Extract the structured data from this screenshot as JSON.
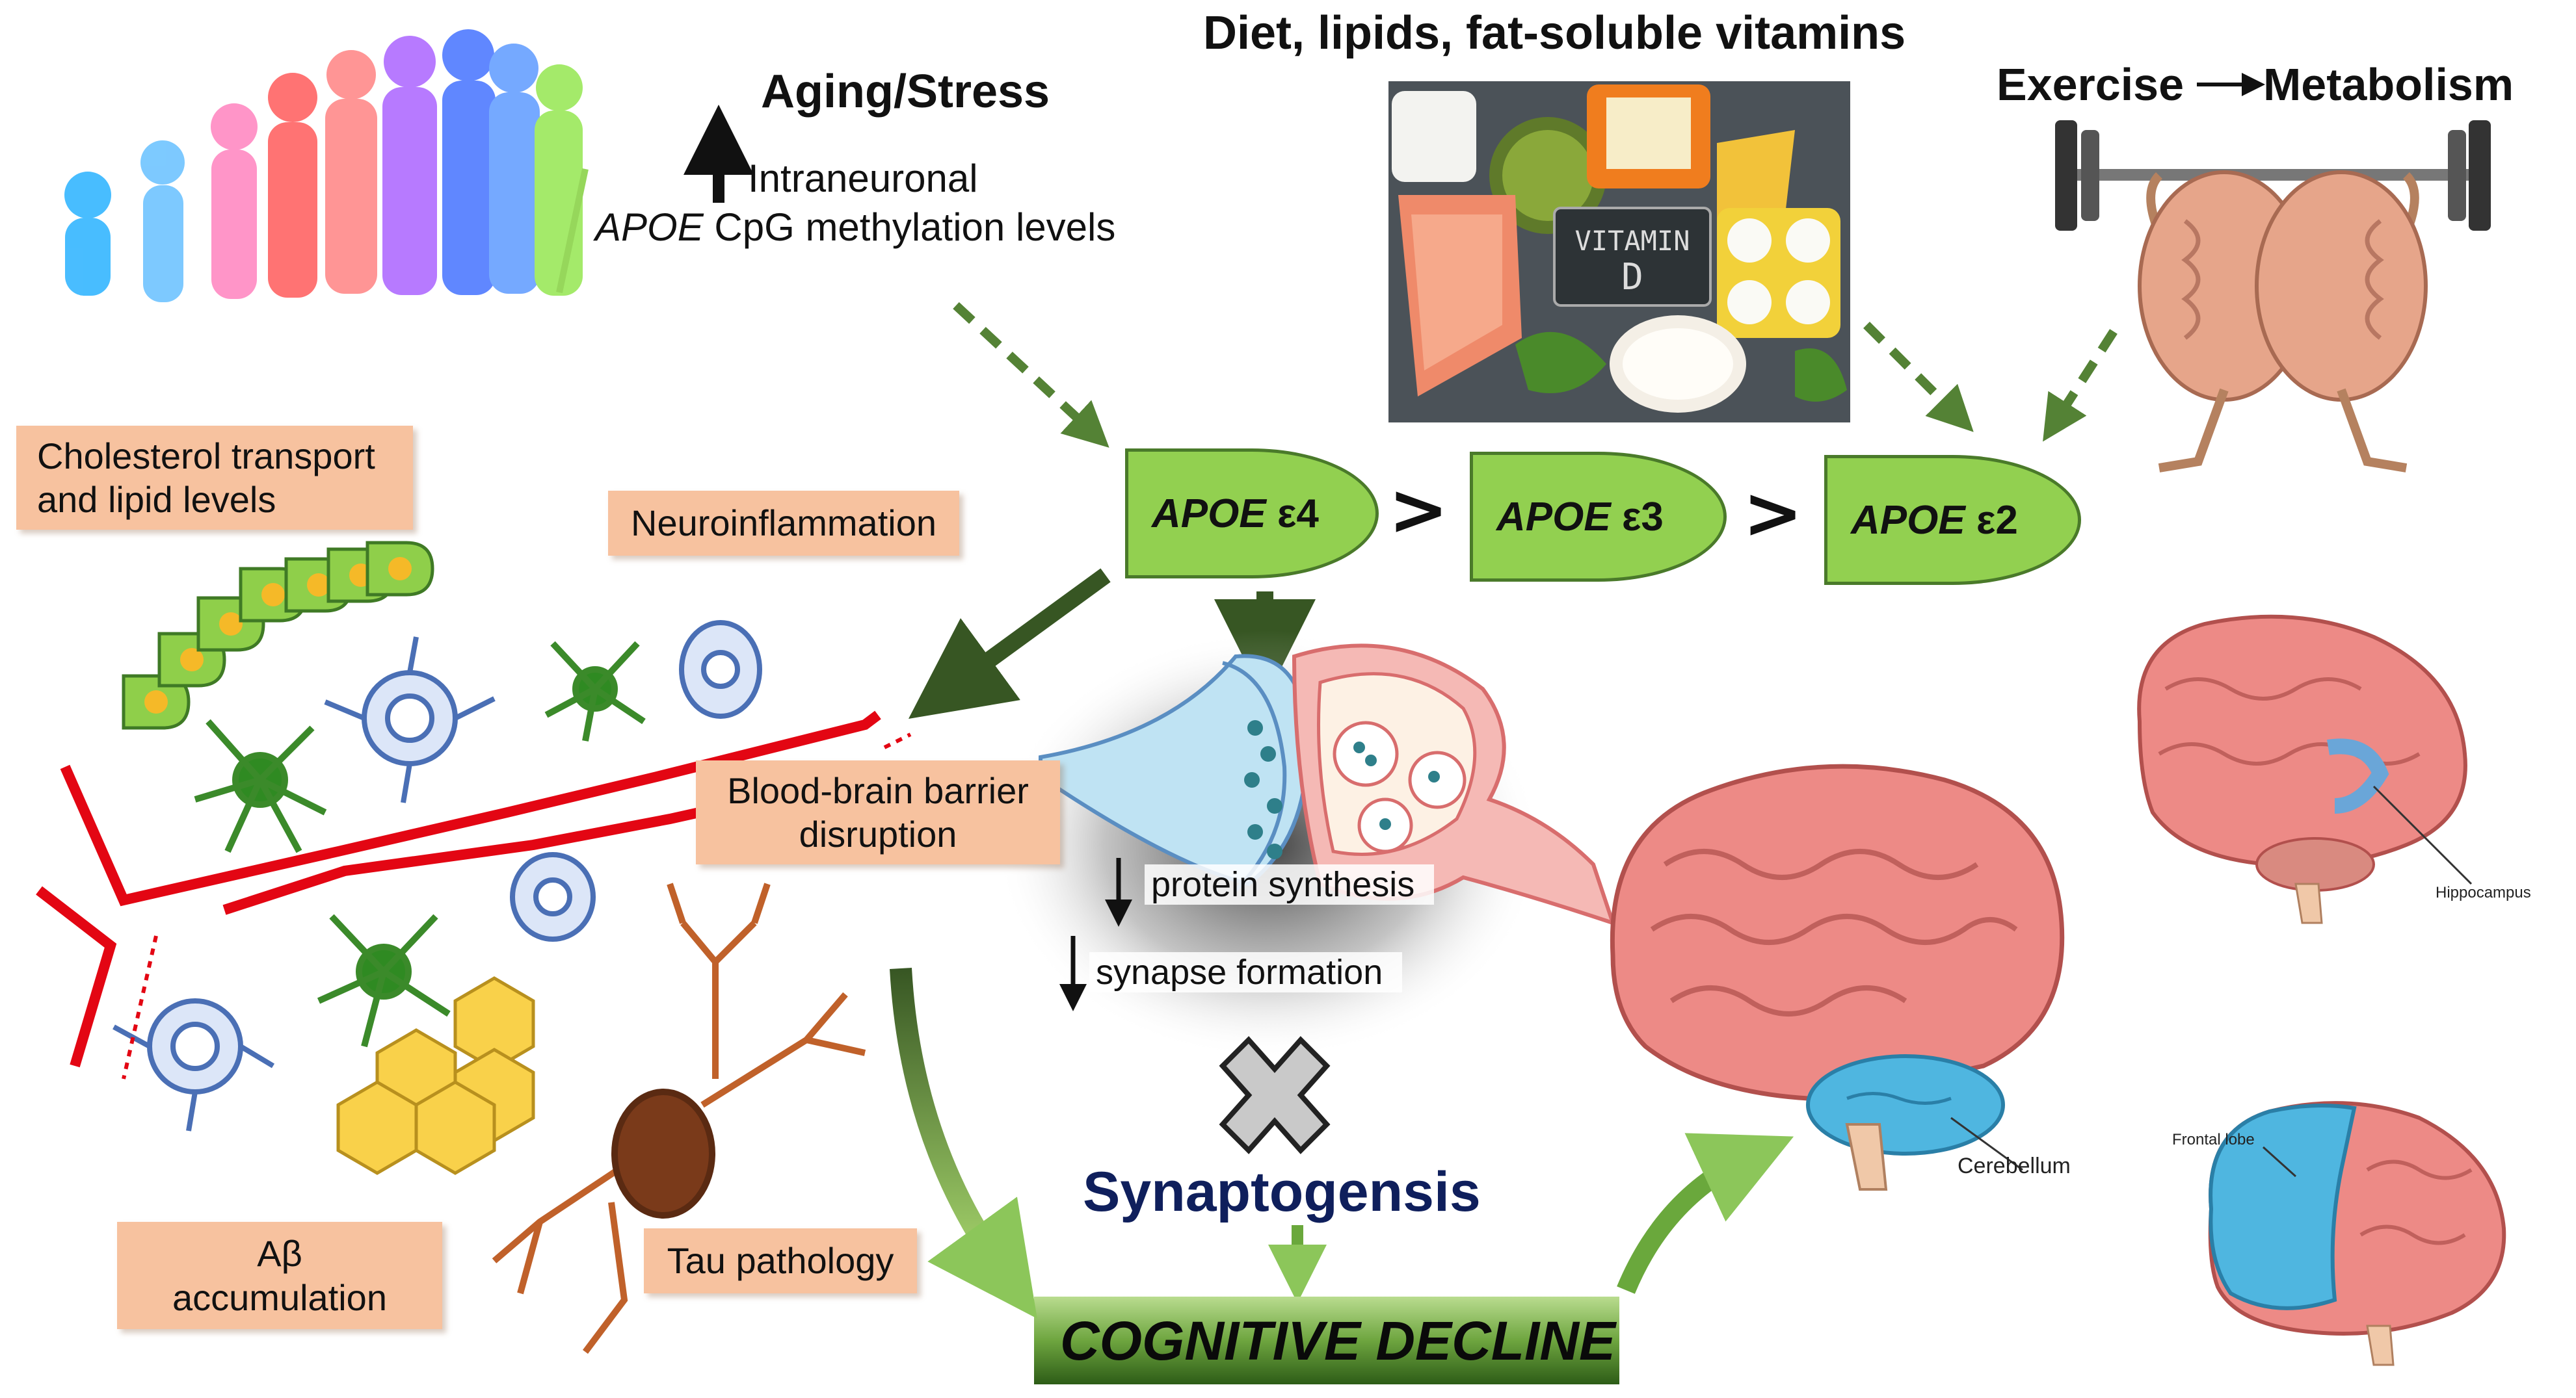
{
  "factors": {
    "aging_title": "Aging/Stress",
    "methylation_line1": "Intraneuronal",
    "methylation_apoe": "APOE",
    "methylation_line2": "CpG methylation levels",
    "diet_title": "Diet, lipids, fat-soluble vitamins",
    "vitamin_label": "VITAMIN D",
    "exercise_title": "Exercise",
    "metabolism_title": "Metabolism"
  },
  "alleles": {
    "e4_gene": "APOE",
    "e4_suffix": "ε4",
    "e3_gene": "APOE",
    "e3_suffix": "ε3",
    "e2_gene": "APOE",
    "e2_suffix": "ε2",
    "greater_than": ">"
  },
  "pathology": {
    "cholesterol": "Cholesterol transport and lipid levels",
    "neuroinflammation": "Neuroinflammation",
    "bbb": "Blood-brain barrier disruption",
    "abeta": "Aβ accumulation",
    "tau": "Tau pathology"
  },
  "synapse": {
    "protein_synthesis": "protein synthesis",
    "synapse_formation": "synapse formation",
    "synaptogenesis": "Synaptogensis"
  },
  "outcome": {
    "cognitive_decline": "COGNITIVE DECLINE"
  },
  "brain_labels": {
    "hippocampus": "Hippocampus",
    "cerebellum": "Cerebellum",
    "frontal_lobe": "Frontal lobe"
  },
  "colors": {
    "allele_fill": "#92d050",
    "label_box": "#f7c29f",
    "arrow_dark": "#375623",
    "arrow_dashed": "#548235",
    "synaptogenesis_text": "#0f1f5c",
    "vessel": "#e30613"
  }
}
